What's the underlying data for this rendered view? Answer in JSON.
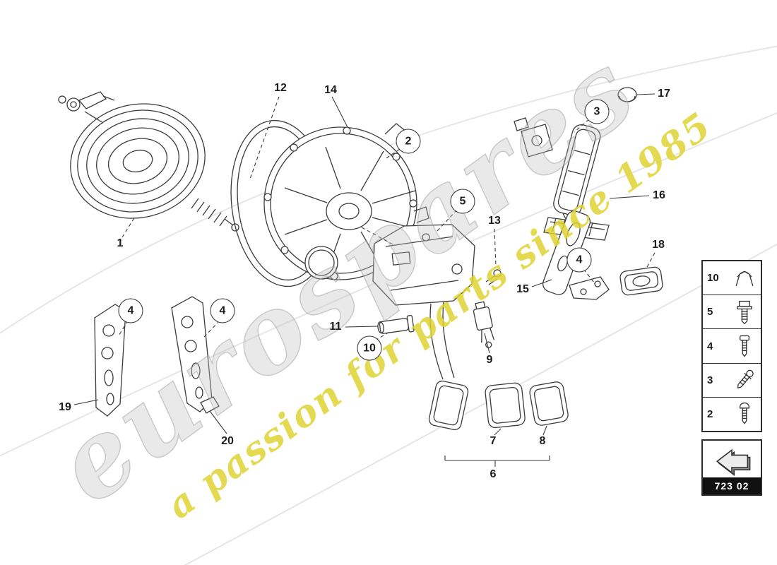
{
  "watermark": {
    "brand": "eurospares",
    "tagline": "a passion for parts since 1985"
  },
  "callouts": {
    "items": [
      "1",
      "2",
      "3",
      "4",
      "4",
      "4",
      "5",
      "6",
      "7",
      "8",
      "9",
      "10",
      "11",
      "12",
      "13",
      "14",
      "15",
      "16",
      "17",
      "18",
      "19",
      "20"
    ]
  },
  "legend": {
    "items": [
      {
        "number": "10",
        "icon": "spring-clip-icon"
      },
      {
        "number": "5",
        "icon": "hex-flange-bolt-icon"
      },
      {
        "number": "4",
        "icon": "socket-screw-icon"
      },
      {
        "number": "3",
        "icon": "washer-screw-icon"
      },
      {
        "number": "2",
        "icon": "pan-head-screw-icon"
      }
    ]
  },
  "part_code": {
    "label": "723 02",
    "icon": "nav-arrow-icon"
  },
  "colors": {
    "line_art": "#3a3a3a",
    "watermark_gray": "#bebebe",
    "watermark_yellow": "#ded434",
    "legend_border": "#2d2d2d",
    "code_band_bg": "#111111",
    "code_band_text": "#ffffff"
  }
}
